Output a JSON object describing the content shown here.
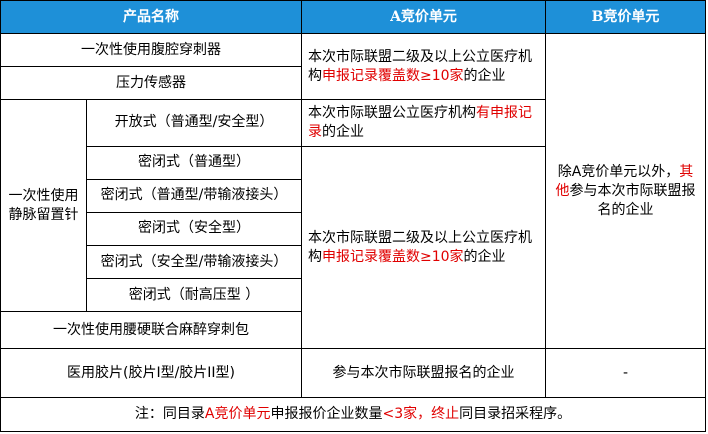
{
  "headers": {
    "product": "产品名称",
    "a_unit": "A竞价单元",
    "b_unit": "B竞价单元"
  },
  "rows": {
    "r1_product": "一次性使用腹腔穿刺器",
    "r2_product": "压力传感器",
    "group_label": "一次性使用静脉留置针",
    "sub1": "开放式（普通型/安全型）",
    "sub2": "密闭式（普通型）",
    "sub3": "密闭式（普通型/带输液接头）",
    "sub4": "密闭式（安全型）",
    "sub5": "密闭式（安全型/带输液接头）",
    "sub6": "密闭式（耐高压型 ）",
    "r9_product": "一次性使用腰硬联合麻醉穿刺包",
    "r10_product": "医用胶片(胶片I型/胶片II型)"
  },
  "a_cells": {
    "c1_pre": "本次市际联盟二级及以上公立医疗机构",
    "c1_red": "申报记录覆盖数≥10家",
    "c1_post": "的企业",
    "c2_pre": "本次市际联盟公立医疗机构",
    "c2_red": "有申报记录",
    "c2_post": "的企业",
    "c3_pre": "本次市际联盟二级及以上公立医疗机构",
    "c3_red": "申报记录覆盖数≥10家",
    "c3_post": "的企业",
    "c4": "参与本次市际联盟报名的企业"
  },
  "b_cells": {
    "b1_pre": "除A竞价单元以外，",
    "b1_red": "其他",
    "b1_post": "参与本次市际联盟报名的企业",
    "b2": "-"
  },
  "note": {
    "pre": "注：同目录",
    "red1": "A竞价单元",
    "mid1": "申报报价企业数量",
    "red2": "<3家，终止",
    "post": "同目录招采程序。"
  },
  "colors": {
    "header_bg": "#1e90d8",
    "header_text": "#ffffff",
    "highlight": "#e00000"
  }
}
